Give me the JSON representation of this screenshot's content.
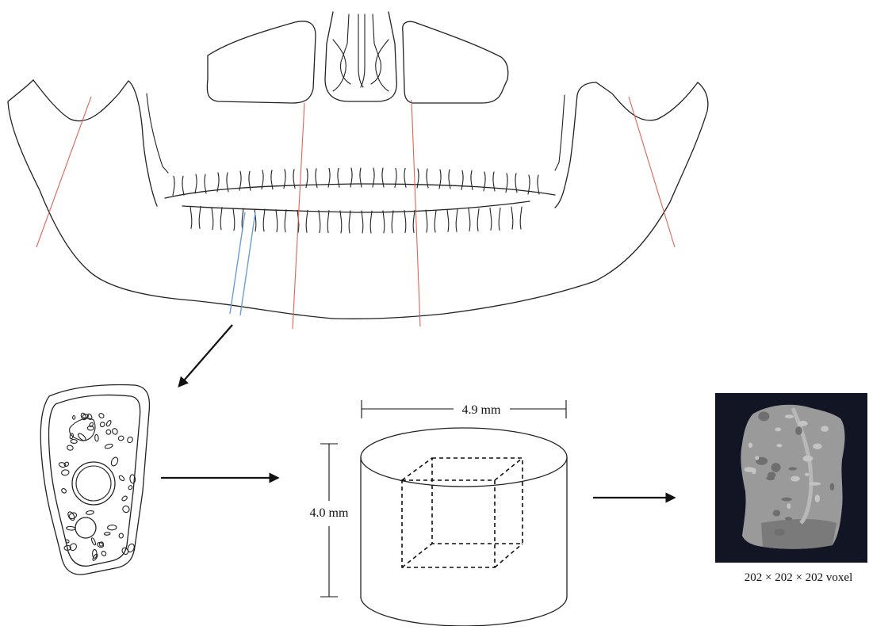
{
  "labels": {
    "width_dimension": "4.9 mm",
    "height_dimension": "4.0 mm",
    "voxel_size": "202 × 202 × 202 voxel"
  },
  "colors": {
    "cut_line_red": "#e06456",
    "cut_line_blue": "#6a9ed6",
    "render_background": "#111524",
    "bone_gray": "#9a9a9a"
  }
}
